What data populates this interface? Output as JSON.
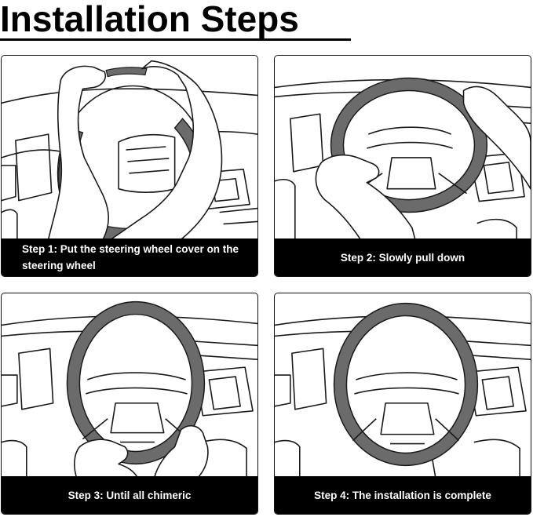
{
  "title": "Installation Steps",
  "colors": {
    "caption_background": "#000000",
    "caption_text": "#ffffff",
    "wheel_cover": "#6b6b6b",
    "line_art": "#1a1a1a"
  },
  "steps": [
    {
      "label": "Step 1: Put the steering wheel cover on the steering wheel"
    },
    {
      "label": "Step 2: Slowly pull down"
    },
    {
      "label": "Step 3: Until all chimeric"
    },
    {
      "label": "Step 4: The installation is complete"
    }
  ]
}
